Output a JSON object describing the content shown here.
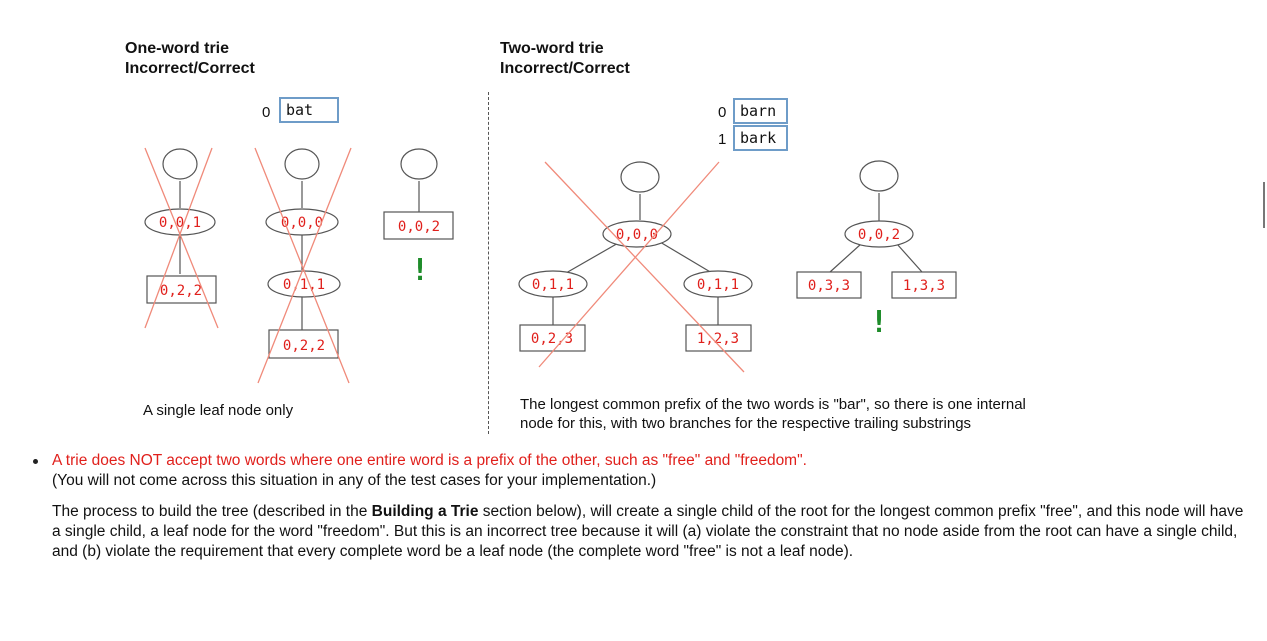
{
  "one_word": {
    "heading": "One-word trie\nIncorrect/Correct",
    "index": "0",
    "word": "bat",
    "caption": "A single leaf node only",
    "nodes": {
      "a_mid": "0,0,1",
      "a_leaf": "0,2,2",
      "b_mid": "0,0,0",
      "b_mid2": "0,1,1",
      "b_leaf": "0,2,2",
      "c_leaf": "0,0,2"
    },
    "mark": "!"
  },
  "two_word": {
    "heading": "Two-word trie\nIncorrect/Correct",
    "words": [
      {
        "index": "0",
        "word": "barn"
      },
      {
        "index": "1",
        "word": "bark"
      }
    ],
    "caption_line1": "The longest common prefix of the two words is \"bar\", so there is one internal",
    "caption_line2": "node for this, with two branches for the respective trailing substrings",
    "nodes": {
      "a_mid": "0,0,0",
      "a_left": "0,1,1",
      "a_right": "0,1,1",
      "a_left_leaf": "0,2,3",
      "a_right_leaf": "1,2,3",
      "b_mid": "0,0,2",
      "b_left_leaf": "0,3,3",
      "b_right_leaf": "1,3,3"
    },
    "mark": "!"
  },
  "bullet": {
    "line1": "A trie does NOT accept two words where one entire word is a prefix of the other, such as \"free\" and \"freedom\".",
    "line2": "(You will not come across this situation in any of the test cases for your implementation.)",
    "para_before": "The process to build the tree (described in the ",
    "para_bold": "Building a Trie",
    "para_after": " section below), will create a single child of the root for the longest common prefix \"free\", and this node will have a single child, a leaf node for the word \"freedom\". But this is an incorrect tree because it will (a) violate the constraint that no node aside from the root can have a single child, and (b) violate the requirement that every complete word be a leaf node (the complete word \"free\" is not a leaf node)."
  },
  "colors": {
    "red": "#e0201c",
    "green": "#1e8c2a",
    "box_blue": "#6e9cc8"
  }
}
